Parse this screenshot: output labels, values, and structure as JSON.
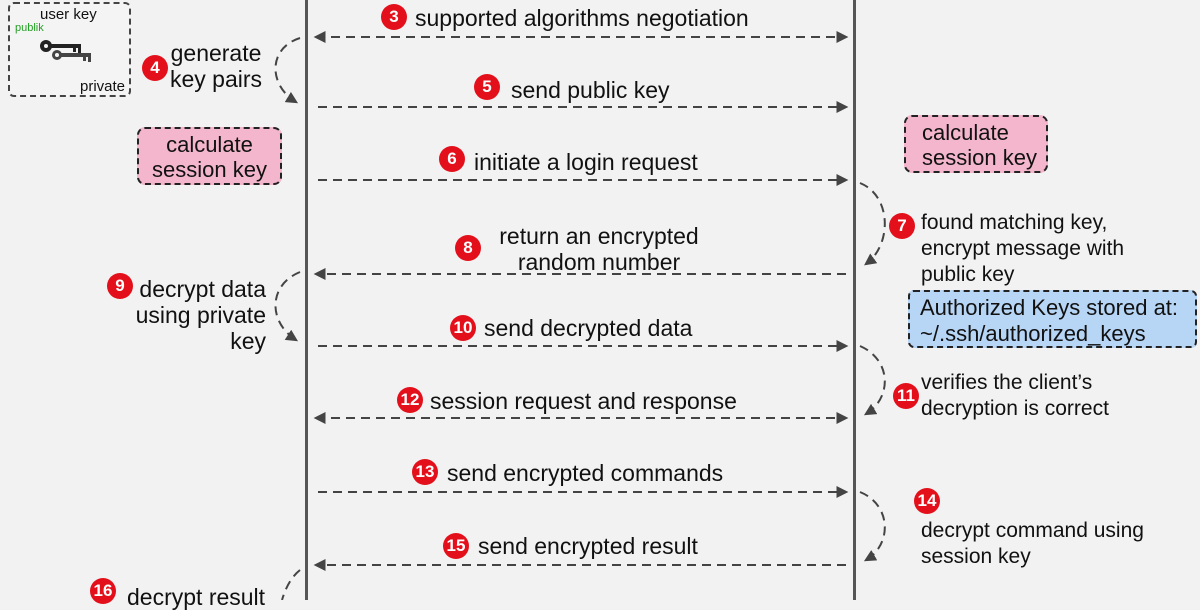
{
  "key_box": {
    "title": "user key",
    "public_label": "publik",
    "private_label": "private",
    "icon": "key-icon"
  },
  "left_notes": {
    "generate": "generate\nkey pairs",
    "calc_session": "calculate\nsession key",
    "decrypt_private": "decrypt data\nusing private key",
    "decrypt_result": "decrypt result"
  },
  "right_notes": {
    "calc_session": "calculate\nsession key",
    "found_key": "found matching key,\nencrypt message with\npublic key",
    "auth_keys": "Authorized Keys stored at:\n~/.ssh/authorized_keys",
    "verifies": "verifies the client’s\ndecryption is correct",
    "decrypt_command": "decrypt command using\nsession key"
  },
  "messages": {
    "m3": "supported algorithms negotiation",
    "m5": "send public key",
    "m6": "initiate a login request",
    "m8": "return an encrypted\nrandom number",
    "m10": "send decrypted data",
    "m12": "session request and response",
    "m13": "send encrypted commands",
    "m15": "send encrypted result"
  },
  "steps": {
    "s3": "3",
    "s4": "4",
    "s5": "5",
    "s6": "6",
    "s7": "7",
    "s8": "8",
    "s9": "9",
    "s10": "10",
    "s11": "11",
    "s12": "12",
    "s13": "13",
    "s14": "14",
    "s15": "15",
    "s16": "16"
  },
  "colors": {
    "badge": "#e3101b",
    "pink_box": "#f4b6cc",
    "blue_box": "#b7d5f5",
    "lifeline": "#555555",
    "arrow": "#444444",
    "publik_text": "#22a022"
  }
}
